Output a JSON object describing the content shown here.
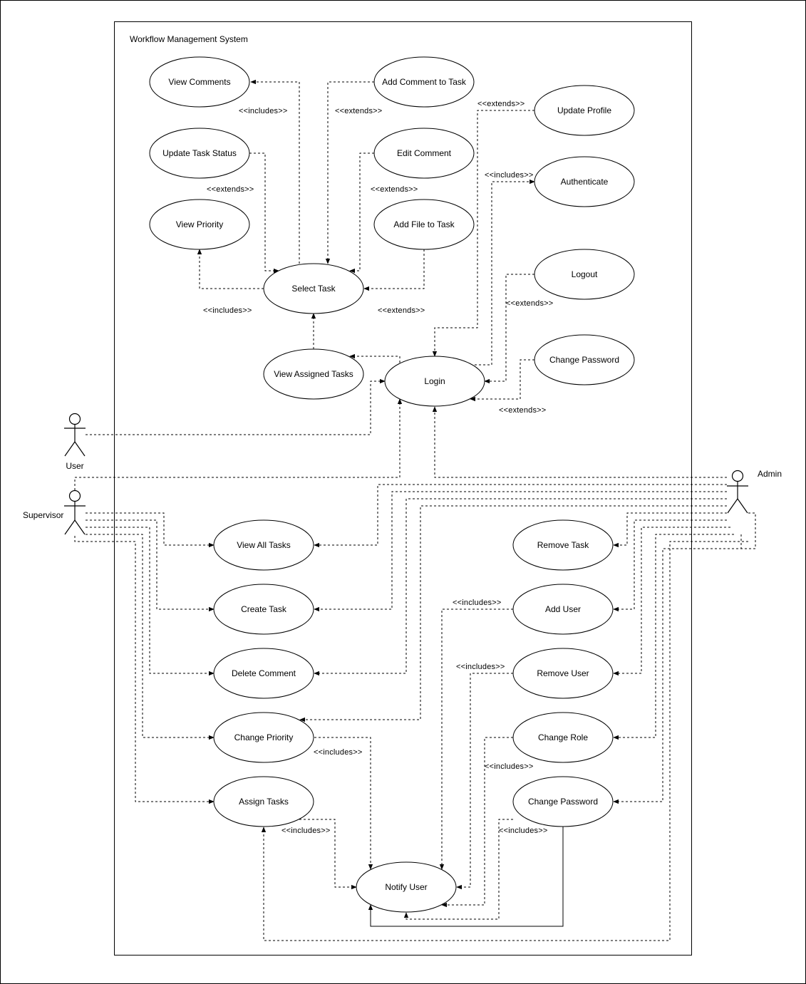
{
  "system": {
    "title": "Workflow Management System"
  },
  "actors": {
    "user": "User",
    "supervisor": "Supervisor",
    "admin": "Admin"
  },
  "use_cases": {
    "view_comments": "View Comments",
    "add_comment_to_task": "Add Comment to Task",
    "update_profile": "Update Profile",
    "update_task_status": "Update Task Status",
    "edit_comment": "Edit Comment",
    "authenticate": "Authenticate",
    "view_priority": "View Priority",
    "add_file_to_task": "Add File to Task",
    "logout": "Logout",
    "select_task": "Select Task",
    "view_assigned_tasks": "View Assigned Tasks",
    "login": "Login",
    "change_password_top": "Change Password",
    "view_all_tasks": "View All Tasks",
    "create_task": "Create Task",
    "delete_comment": "Delete Comment",
    "change_priority": "Change Priority",
    "assign_tasks": "Assign Tasks",
    "notify_user": "Notify User",
    "remove_task": "Remove Task",
    "add_user": "Add User",
    "remove_user": "Remove User",
    "change_role": "Change Role",
    "change_password_admin": "Change Password"
  },
  "relation_labels": {
    "view_comments_includes": "<<includes>>",
    "add_comment_extends": "<<extends>>",
    "update_profile_extends": "<<extends>>",
    "authenticate_includes": "<<includes>>",
    "update_status_extends": "<<extends>>",
    "edit_comment_extends": "<<extends>>",
    "view_priority_includes": "<<includes>>",
    "add_file_extends": "<<extends>>",
    "logout_extends": "<<extends>>",
    "change_password_extends": "<<extends>>",
    "add_user_includes": "<<includes>>",
    "remove_user_includes": "<<includes>>",
    "change_priority_includes": "<<includes>>",
    "change_role_includes": "<<includes>>",
    "assign_tasks_includes": "<<includes>>",
    "admin_change_password_includes": "<<includes>>"
  }
}
